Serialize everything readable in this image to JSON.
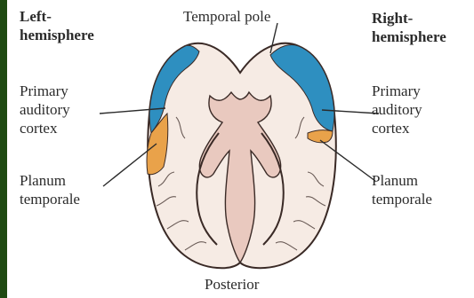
{
  "labels": {
    "left_hemisphere": [
      "Left-",
      "hemisphere"
    ],
    "right_hemisphere": [
      "Right-",
      "hemisphere"
    ],
    "temporal_pole": "Temporal pole",
    "left_primary_auditory": [
      "Primary",
      "auditory",
      "cortex"
    ],
    "right_primary_auditory": [
      "Primary",
      "auditory",
      "cortex"
    ],
    "left_planum": [
      "Planum",
      "temporale"
    ],
    "right_planum": [
      "Planum",
      "temporale"
    ],
    "posterior": "Posterior"
  },
  "colors": {
    "background_border": "#1f4a12",
    "brain_fill": "#f6ebe4",
    "brain_outline": "#3a2a26",
    "inner_tissue": "#e9c9bf",
    "primary_auditory_cortex": "#2e8fc0",
    "planum_temporale": "#e9a24a",
    "text": "#2b2b2b"
  }
}
